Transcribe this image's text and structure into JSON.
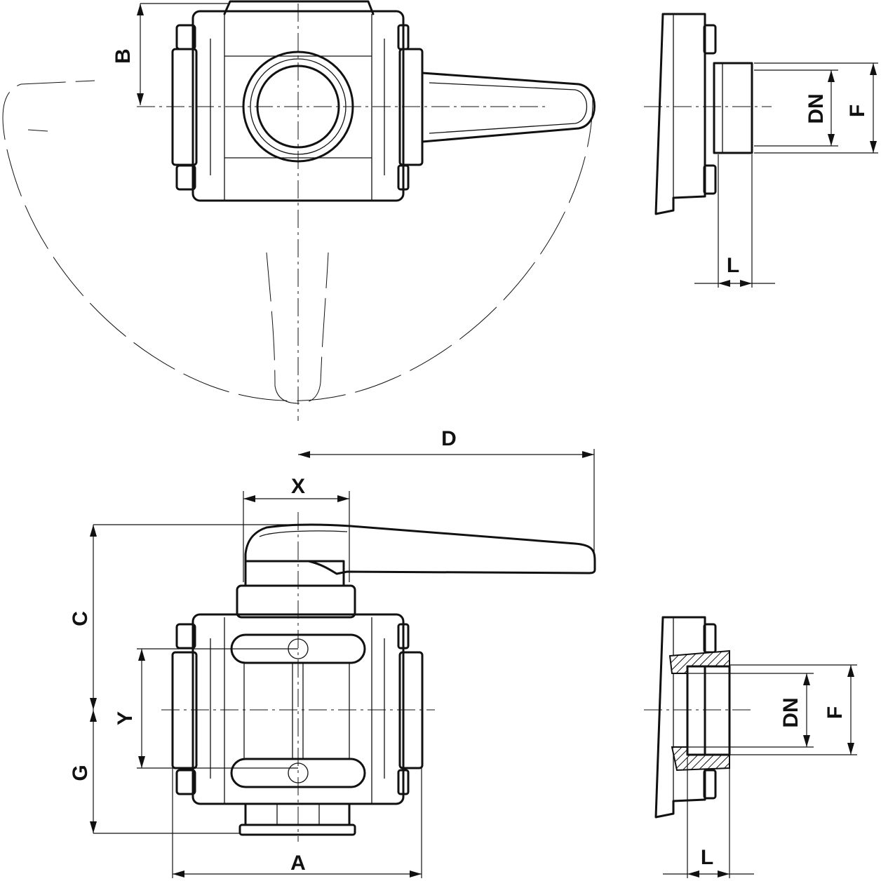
{
  "dimensions": {
    "a": "A",
    "b": "B",
    "c": "C",
    "d": "D",
    "g": "G",
    "x": "X",
    "y": "Y",
    "dn_top": "DN",
    "f_top": "F",
    "l_top": "L",
    "dn_bottom": "DN",
    "f_bottom": "F",
    "l_bottom": "L"
  }
}
